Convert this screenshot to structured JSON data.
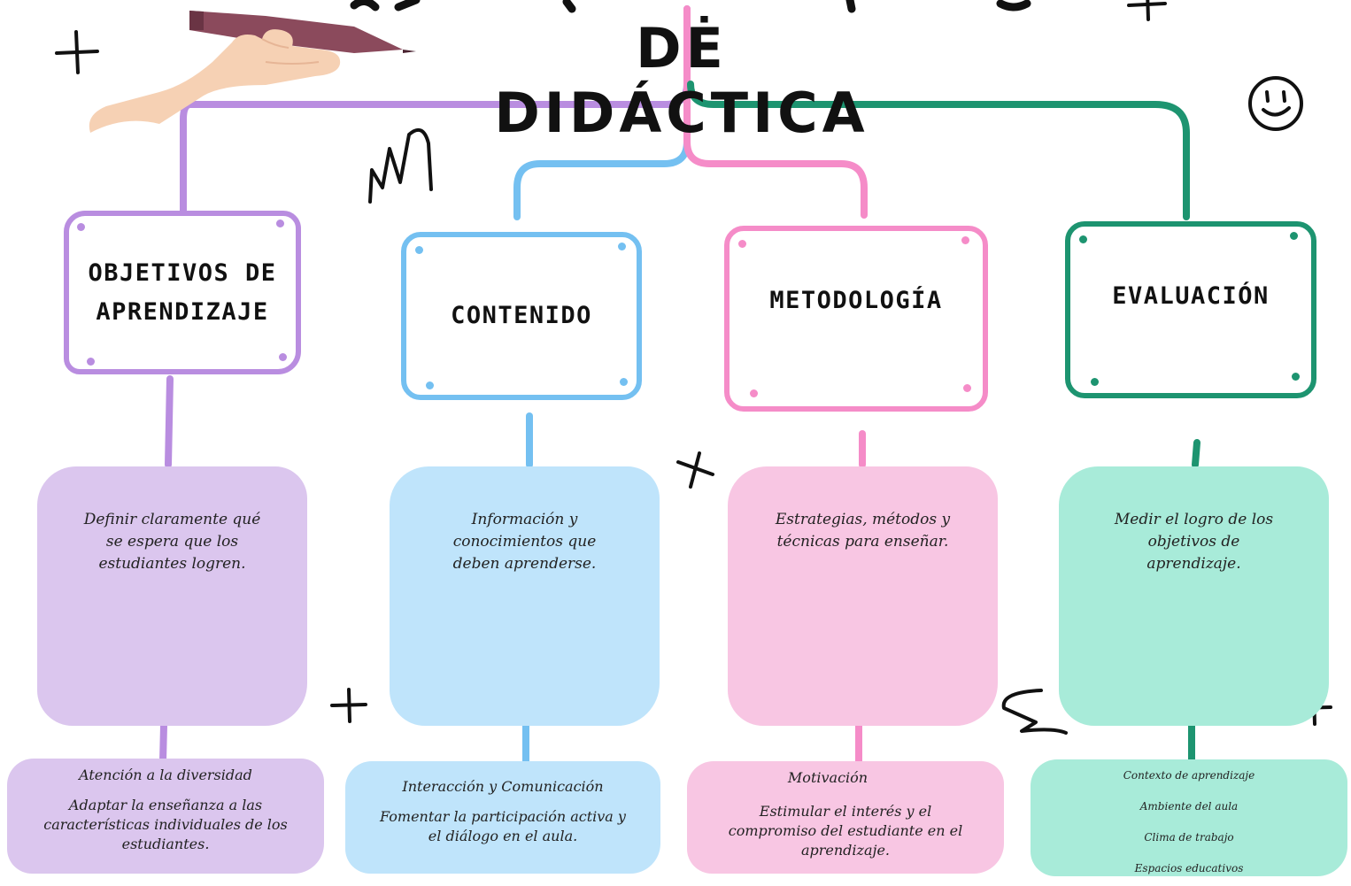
{
  "title": "DĖ DIDÁCTICA",
  "colors": {
    "purple": "#b98de0",
    "blue": "#74c0f1",
    "pink": "#f58cc8",
    "green": "#1d9470",
    "purple_fill": "#dbc6ee",
    "blue_fill": "#bfe4fb",
    "pink_fill": "#f8c6e3",
    "green_fill": "#a8ebd9"
  },
  "branches": [
    {
      "heading": "OBJETIVOS DE APRENDIZAJE",
      "description": "Definir claramente qué se espera que los estudiantes logren.",
      "strip_title": "Atención a la diversidad",
      "strip_text": "Adaptar la enseñanza a las características individuales de los estudiantes."
    },
    {
      "heading": "CONTENIDO",
      "description": "Información y conocimientos que deben aprenderse.",
      "strip_title": "Interacción y Comunicación",
      "strip_text": "Fomentar la participación activa y el diálogo en el aula."
    },
    {
      "heading": "METODOLOGÍA",
      "description": "Estrategias, métodos y técnicas para enseñar.",
      "strip_title": "Motivación",
      "strip_text": "Estimular el interés y el compromiso del estudiante en el aprendizaje."
    },
    {
      "heading": "EVALUACIÓN",
      "description": "Medir el logro de los objetivos de aprendizaje.",
      "strip_items": [
        "Contexto de aprendizaje",
        "Ambiente del aula",
        "Clima de trabajo",
        "Espacios educativos"
      ]
    }
  ],
  "icons": [
    "plus-icon",
    "smiley-icon",
    "scribble-icon",
    "cross-icon",
    "hand-pen-icon"
  ]
}
